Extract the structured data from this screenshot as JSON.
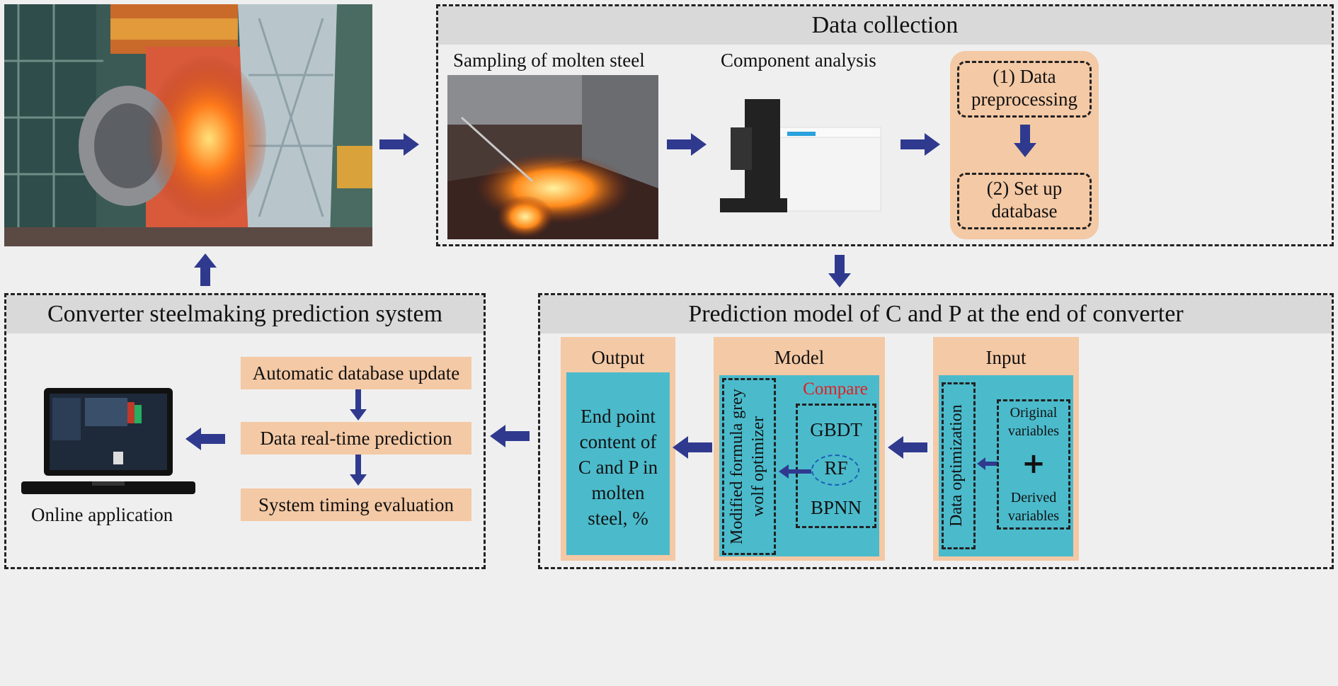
{
  "data_collection": {
    "title": "Data collection",
    "sampling_label": "Sampling of molten steel",
    "component_label": "Component analysis",
    "step1": "(1) Data preprocessing",
    "step2": "(2) Set up database"
  },
  "prediction_model": {
    "title": "Prediction model of C and P at the end of converter",
    "output": {
      "header": "Output",
      "text": "End point content of C and P in molten steel, %"
    },
    "model": {
      "header": "Model",
      "optimizer": "Modified formula grey wolf optimizer",
      "compare_label": "Compare",
      "algorithms": [
        "GBDT",
        "RF",
        "BPNN"
      ]
    },
    "input": {
      "header": "Input",
      "optimization": "Data optimization",
      "original": "Original variables",
      "plus": "+",
      "derived": "Derived variables"
    }
  },
  "system": {
    "title": "Converter steelmaking prediction system",
    "steps": [
      "Automatic database update",
      "Data real-time prediction",
      "System timing evaluation"
    ],
    "online_label": "Online application"
  },
  "colors": {
    "arrow": "#2f3a8f",
    "peach": "#f4c9a5",
    "cyan": "#4bbbcc",
    "compare": "#e02020"
  }
}
